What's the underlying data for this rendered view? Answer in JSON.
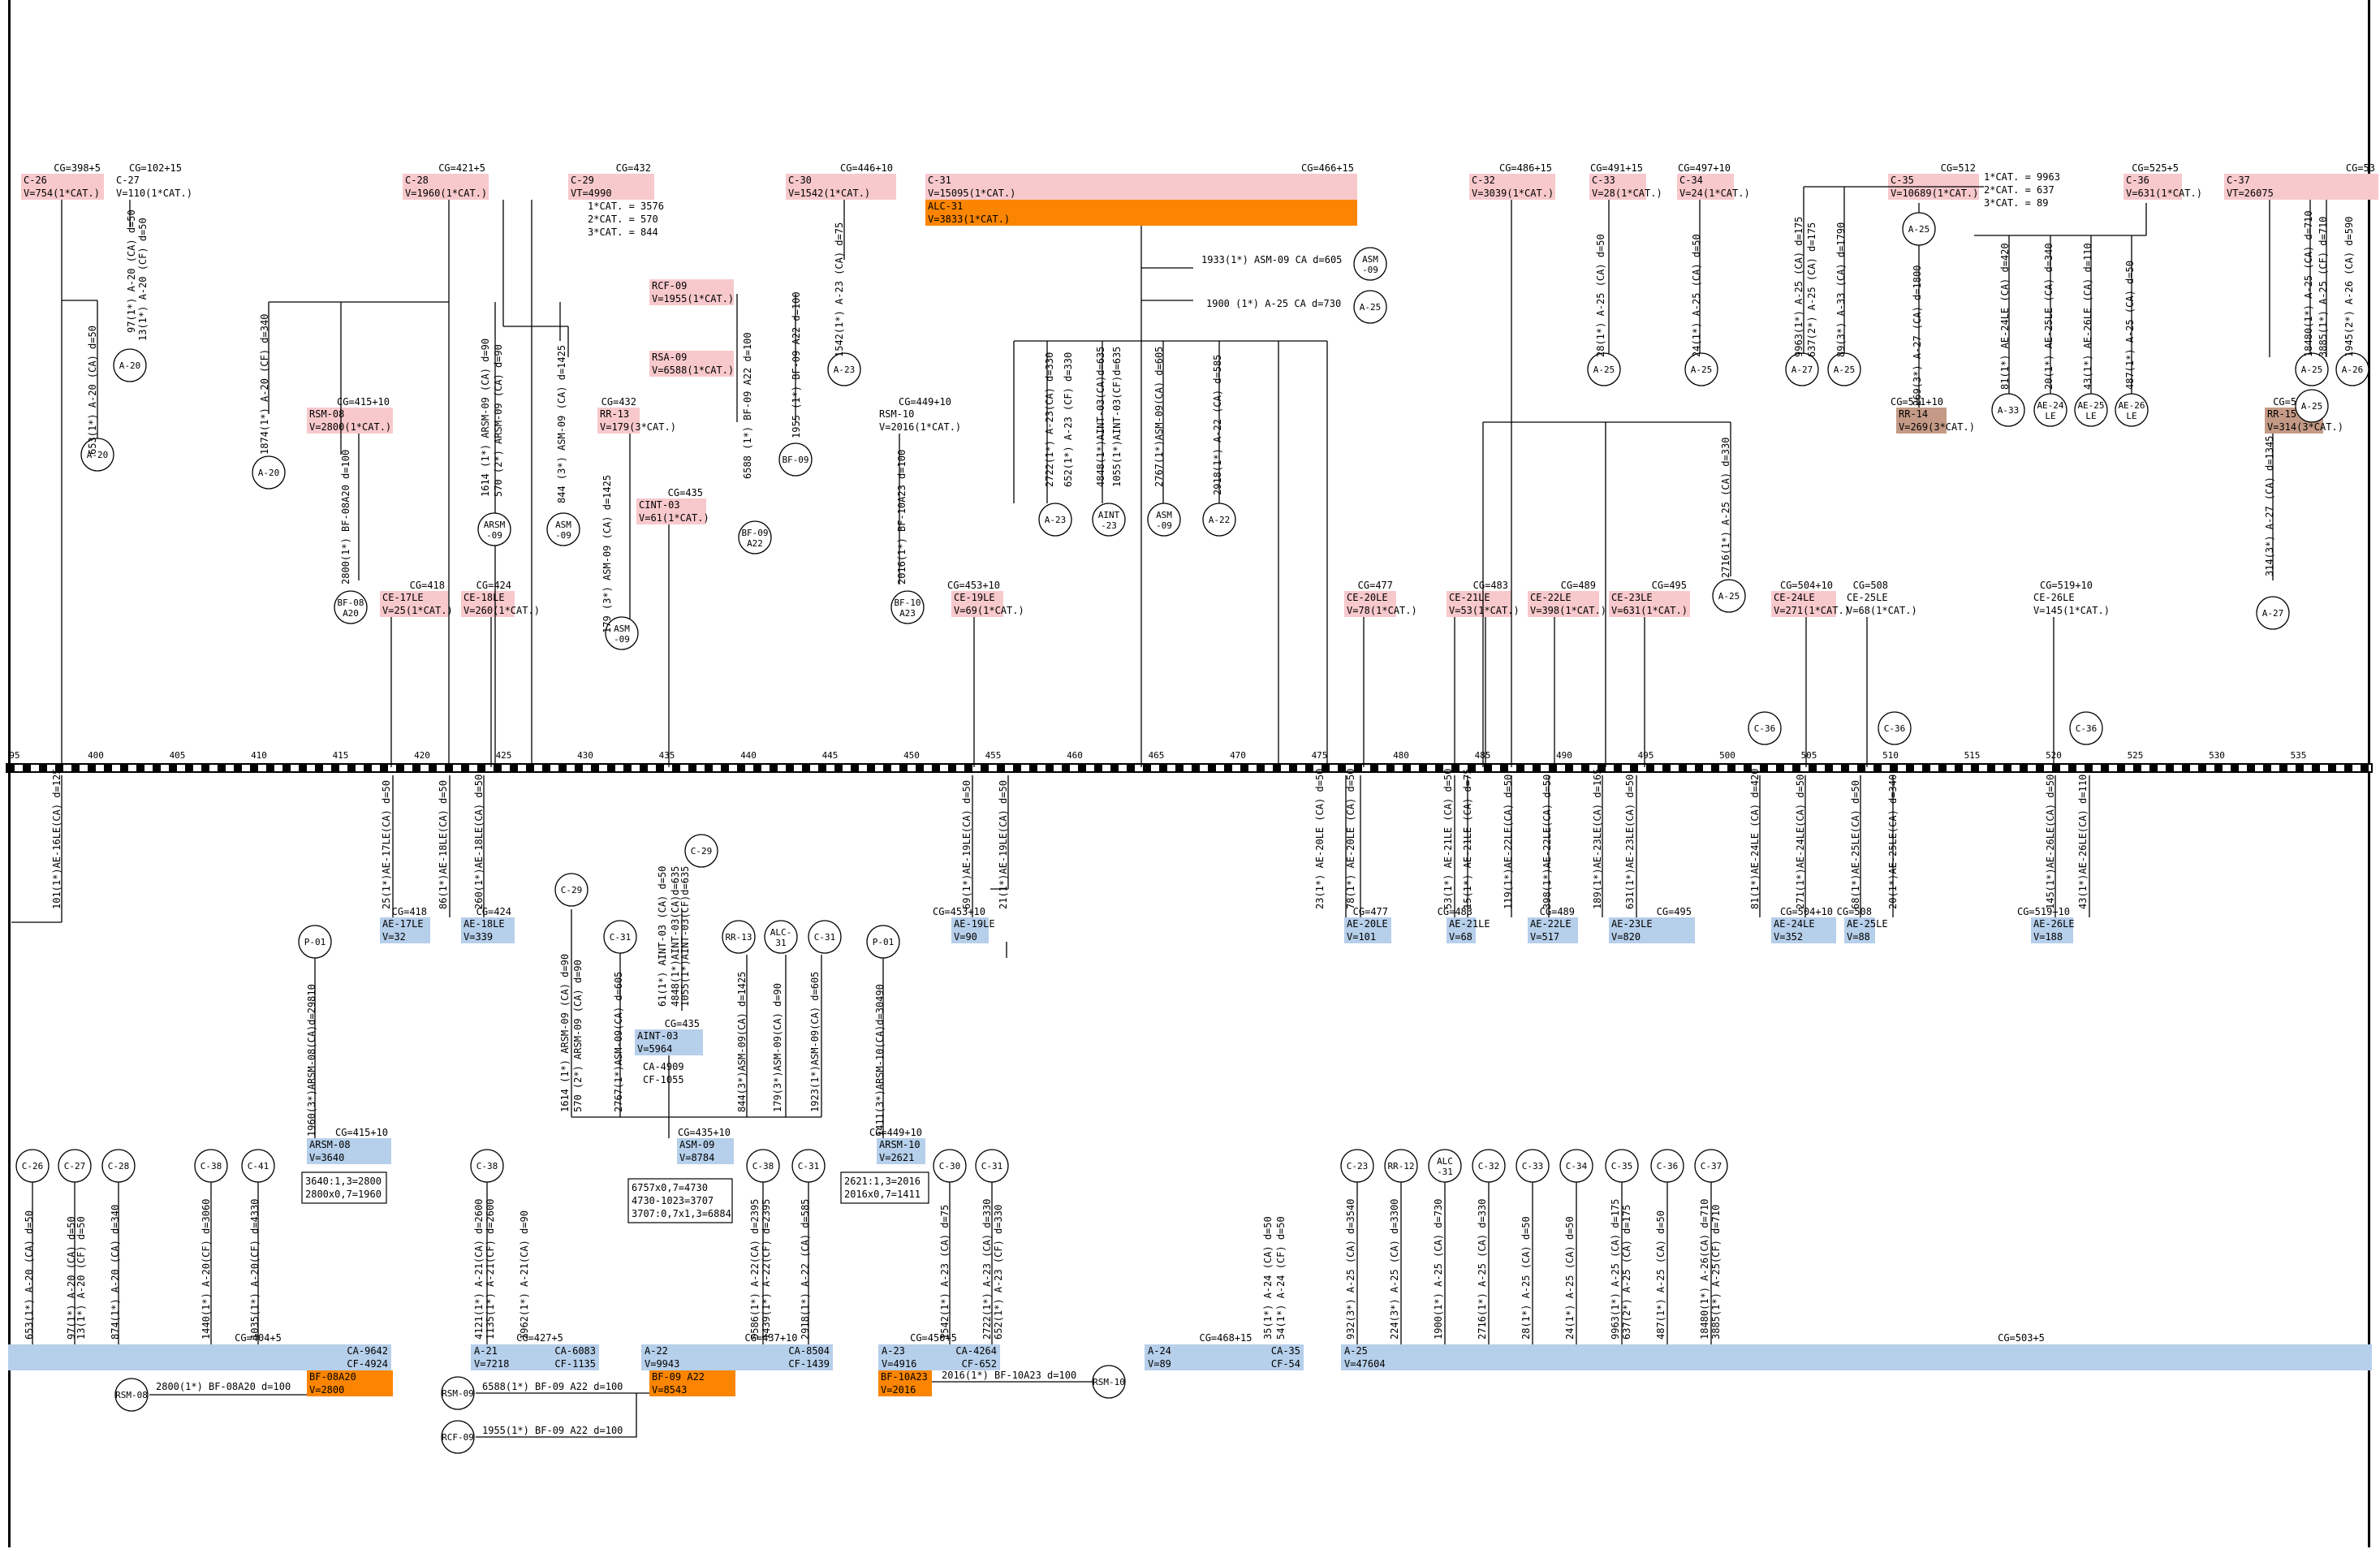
{
  "colors": {
    "pink": "#f8c9cc",
    "orange": "#fb8500",
    "blue": "#b6cfea",
    "brown": "#c49a86",
    "line": "#000000",
    "bg": "#ffffff"
  },
  "ruler": {
    "ticks": [
      "95",
      "400",
      "405",
      "410",
      "415",
      "420",
      "425",
      "430",
      "435",
      "440",
      "445",
      "450",
      "455",
      "460",
      "465",
      "470",
      "475",
      "480",
      "485",
      "490",
      "495",
      "500",
      "505",
      "510",
      "515",
      "520",
      "525",
      "530",
      "535"
    ]
  },
  "top_labels": [
    {
      "cg": "CG=398+5",
      "name": "C-26",
      "v": "V=754(1*CAT.)",
      "kind": "pink"
    },
    {
      "cg": "CG=102+15",
      "name": "C-27",
      "v": "V=110(1*CAT.)",
      "kind": "none"
    },
    {
      "cg": "CG=421+5",
      "name": "C-28",
      "v": "V=1960(1*CAT.)",
      "kind": "pink"
    },
    {
      "cg": "CG=432",
      "name": "C-29",
      "v": "VT=4990",
      "kind": "pink"
    },
    {
      "cg": "CG=446+10",
      "name": "C-30",
      "v": "V=1542(1*CAT.)",
      "kind": "pink"
    },
    {
      "cg": "CG=466+15",
      "name": "C-31",
      "v": "V=15095(1*CAT.)",
      "kind": "pink"
    },
    {
      "cg": "",
      "name": "ALC-31",
      "v": "V=3833(1*CAT.)",
      "kind": "orange"
    },
    {
      "cg": "CG=486+15",
      "name": "C-32",
      "v": "V=3039(1*CAT.)",
      "kind": "pink"
    },
    {
      "cg": "CG=491+15",
      "name": "C-33",
      "v": "V=28(1*CAT.)",
      "kind": "pink"
    },
    {
      "cg": "CG=497+10",
      "name": "C-34",
      "v": "V=24(1*CAT.)",
      "kind": "pink"
    },
    {
      "cg": "CG=512",
      "name": "C-35",
      "v": "V=10689(1*CAT.)",
      "kind": "pink"
    },
    {
      "cg": "CG=525+5",
      "name": "C-36",
      "v": "V=631(1*CAT.)",
      "kind": "pink"
    },
    {
      "cg": "CG=53",
      "name": "C-37",
      "v": "VT=26075",
      "kind": "pink"
    },
    {
      "cg": "CG=415+10",
      "name": "RSM-08",
      "v": "V=2800(1*CAT.)",
      "kind": "pink"
    },
    {
      "cg": "CG=432",
      "name": "RR-13",
      "v": "V=179(3*CAT.)",
      "kind": "pink"
    },
    {
      "cg": "",
      "name": "RCF-09",
      "v": "V=1955(1*CAT.)",
      "kind": "pink"
    },
    {
      "cg": "",
      "name": "RSA-09",
      "v": "V=6588(1*CAT.)",
      "kind": "pink"
    },
    {
      "cg": "CG=435",
      "name": "CINT-03",
      "v": "V=61(1*CAT.)",
      "kind": "pink"
    },
    {
      "cg": "CG=449+10",
      "name": "RSM-10",
      "v": "V=2016(1*CAT.)",
      "kind": "none"
    },
    {
      "cg": "CG=418",
      "name": "CE-17LE",
      "v": "V=25(1*CAT.)",
      "kind": "pink"
    },
    {
      "cg": "CG=424",
      "name": "CE-18LE",
      "v": "V=260(1*CAT.)",
      "kind": "pink"
    },
    {
      "cg": "CG=453+10",
      "name": "CE-19LE",
      "v": "V=69(1*CAT.)",
      "kind": "pink"
    },
    {
      "cg": "CG=477",
      "name": "CE-20LE",
      "v": "V=78(1*CAT.)",
      "kind": "pink"
    },
    {
      "cg": "CG=483",
      "name": "CE-21LE",
      "v": "V=53(1*CAT.)",
      "kind": "pink"
    },
    {
      "cg": "CG=489",
      "name": "CE-22LE",
      "v": "V=398(1*CAT.)",
      "kind": "pink"
    },
    {
      "cg": "CG=495",
      "name": "CE-23LE",
      "v": "V=631(1*CAT.)",
      "kind": "pink"
    },
    {
      "cg": "CG=504+10",
      "name": "CE-24LE",
      "v": "V=271(1*CAT.)",
      "kind": "pink"
    },
    {
      "cg": "CG=508",
      "name": "CE-25LE",
      "v": "V=68(1*CAT.)",
      "kind": "none"
    },
    {
      "cg": "CG=519+10",
      "name": "CE-26LE",
      "v": "V=145(1*CAT.)",
      "kind": "none"
    },
    {
      "cg": "CG=511+10",
      "name": "RR-14",
      "v": "V=269(3*CAT.)",
      "kind": "brown"
    },
    {
      "cg": "CG=534+5",
      "name": "RR-15",
      "v": "V=314(3*CAT.)",
      "kind": "brown"
    }
  ],
  "cat_notes": {
    "c29": [
      "1*CAT. = 3576",
      "2*CAT. = 570",
      "3*CAT. = 844"
    ],
    "c35": [
      "1*CAT. = 9963",
      "2*CAT. = 637",
      "3*CAT. = 89"
    ]
  },
  "top_circles": [
    "A-20",
    "A-20",
    "A-20",
    "ARSM -09",
    "ASM -09",
    "BF-08 A20",
    "ASM -09",
    "BF-09 A22",
    "BF-09",
    "A-23",
    "BF-10 A23",
    "A-23",
    "AINT -23",
    "ASM -09",
    "A-22",
    "ASM -09",
    "A-25",
    "A-25",
    "A-25",
    "A-25",
    "A-27",
    "A-25",
    "A-33",
    "AE-24 LE",
    "AE-25 LE",
    "AE-26 LE",
    "A-25",
    "A-25",
    "A-26",
    "A-27",
    "A-25",
    "C-36",
    "C-36",
    "C-36"
  ],
  "top_vlabels": [
    "653(1*) A-20 (CA) d=50",
    "97(1*) A-20 (CA) d=50",
    "13(1*) A-20 (CF) d=50",
    "1874(1*) A-20 (CF) d=340",
    "2800(1*) BF-08A20 d=100",
    "1614 (1*) ARSM-09 (CA) d=90",
    "570 (2*) ARSM-09 (CA) d=90",
    "844 (3*) ASM-09 (CA) d=1425",
    "179 (3*) ASM-09 (CA) d=1425",
    "6588 (1*) BF-09 A22 d=100",
    "1955 (1*) BF-09 A22 d=100",
    "1542(1*) A-23 (CA) d=75",
    "2016(1*) BF-10A23 d=100",
    "2722(1*) A-23(CA) d=330",
    "652(1*) A-23 (CF) d=330",
    "4848(1*)AINT-03(CA)d=635",
    "1055(1*)AINT-03(CF)d=635",
    "2767(1*)ASM-09(CA) d=605",
    "2918(1*) A-22 (CA) d=585",
    "28(1*) A-25 (CA) d=50",
    "24(1*) A-25 (CA) d=50",
    "2716(1*) A-25 (CA) d=330",
    "9963(1*) A-25 (CA) d=175",
    "637(2*) A-25 (CA) d=175",
    "89(3*) A-33 (CA) d=1790",
    "269(3*) A-27 (CA) d=1800",
    "81(1*) AE-24LE (CA) d=420",
    "20(1*) AE-25LE (CA) d=340",
    "43(1*) AE-26LE (CA) d=110",
    "487(1*) A-25 (CA) d=50",
    "18480(1*) A-25 (CA) d=710",
    "3885(1*) A-25 (CF) d=710",
    "1945(2*) A-26 (CA) d=590",
    "314(3*) A-27 (CA) d=1345"
  ],
  "top_hlabels": [
    "1933(1*) ASM-09 CA d=605",
    "1900 (1*) A-25 CA d=730"
  ],
  "mid_vlabels": [
    "101(1*)AE-16LE(CA) d=125",
    "25(1*)AE-17LE(CA) d=50",
    "86(1*)AE-18LE(CA) d=50",
    "260(1*)AE-18LE(CA) d=50",
    "69(1*)AE-19LE(CA) d=50",
    "21(1*)AE-19LE(CA) d=50",
    "23(1*) AE-20LE (CA) d=50",
    "78(1*) AE-20LE (CA) d=50",
    "53(1*) AE-21LE (CA) d=50",
    "15(1*) AE-21LE (CA) d=75",
    "119(1*)AE-22LE(CA) d=50",
    "398(1*)AE-22LE(CA) d=50",
    "189(1*)AE-23LE(CA) d=165",
    "631(1*)AE-23LE(CA) d=50",
    "81(1*)AE-24LE (CA) d=420",
    "271(1*)AE-24LE(CA) d=50",
    "68(1*)AE-25LE(CA) d=50",
    "20(1*)AE-25LE(CA) d=340",
    "145(1*)AE-26LE(CA) d=50",
    "43(1*)AE-26LE(CA) d=110",
    "1960(3*)ARSM-08(CA)d=29810",
    "1614 (1*) ARSM-09 (CA) d=90",
    "570 (2*) ARSM-09 (CA) d=90",
    "2767(1*)ASM-09(CA) d=605",
    "61(1*) AINT-03 (CA) d=50",
    "4848(1*)AINT-03(CA)d=635",
    "1055(1*)AINT-03(CF)d=635",
    "844(3*)ASM-09(CA) d=1425",
    "179(3*)ASM-09(CA) d=90",
    "1923(1*)ASM-09(CA) d=605",
    "1411(3*)ARSM-10(CA)d=30490"
  ],
  "mid_blue": [
    {
      "cg": "CG=418",
      "name": "AE-17LE",
      "v": "V=32"
    },
    {
      "cg": "CG=424",
      "name": "AE-18LE",
      "v": "V=339"
    },
    {
      "cg": "CG=453+10",
      "name": "AE-19LE",
      "v": "V=90"
    },
    {
      "cg": "CG=477",
      "name": "AE-20LE",
      "v": "V=101"
    },
    {
      "cg": "CG=483",
      "name": "AE-21LE",
      "v": "V=68"
    },
    {
      "cg": "CG=489",
      "name": "AE-22LE",
      "v": "V=517"
    },
    {
      "cg": "CG=495",
      "name": "AE-23LE",
      "v": "V=820"
    },
    {
      "cg": "CG=504+10",
      "name": "AE-24LE",
      "v": "V=352"
    },
    {
      "cg": "CG=508",
      "name": "AE-25LE",
      "v": "V=88"
    },
    {
      "cg": "CG=519+10",
      "name": "AE-26LE",
      "v": "V=188"
    },
    {
      "cg": "CG=435",
      "name": "AINT-03",
      "v": "V=5964",
      "extra": [
        "CA-4909",
        "CF-1055"
      ]
    },
    {
      "cg": "CG=415+10",
      "name": "ARSM-08",
      "v": "V=3640"
    },
    {
      "cg": "CG=435+10",
      "name": "ASM-09",
      "v": "V=8784"
    },
    {
      "cg": "CG=449+10",
      "name": "ARSM-10",
      "v": "V=2621"
    }
  ],
  "mid_circles": [
    "P-01",
    "C-29",
    "C-31",
    "C-29",
    "RR-13",
    "ALC- 31",
    "C-31",
    "P-01"
  ],
  "notes": {
    "arsm08": [
      "3640:1,3=2800",
      "2800x0,7=1960"
    ],
    "asm09": [
      "6757x0,7=4730",
      "4730-1023=3707",
      "3707:0,7x1,3=6884"
    ],
    "arsm10": [
      "2621:1,3=2016",
      "2016x0,7=1411"
    ]
  },
  "bottom_circles": [
    "C-26",
    "C-27",
    "C-28",
    "C-38",
    "C-41",
    "C-38",
    "C-38",
    "C-31",
    "C-30",
    "C-31",
    "C-23",
    "RR-12",
    "ALC -31",
    "C-32",
    "C-33",
    "C-34",
    "C-35",
    "C-36",
    "C-37"
  ],
  "bottom_vlabels": [
    "653(1*) A-20 (CA) d=50",
    "97(1*) A-20 (CA) d=50",
    "13(1*) A-20 (CF) d=50",
    "874(1*) A-20 (CA) d=340",
    "1440(1*) A-20(CF) d=3060",
    "1035(1*) A-20(CF) d=4330",
    "4121(1*) A-21(CA) d=2600",
    "1135(1*) A-21(CF) d=2600",
    "1962(1*) A-21(CA) d=90",
    "5586(1*) A-22(CA) d=2395",
    "1439(1*) A-22(CF) d=2395",
    "2918(1*) A-22 (CA) d=585",
    "1542(1*) A-23 (CA) d=75",
    "2722(1*) A-23 (CA) d=330",
    "652(1*) A-23 (CF) d=330",
    "35(1*) A-24 (CA) d=50",
    "54(1*) A-24 (CF) d=50",
    "932(3*) A-25 (CA) d=3540",
    "224(3*) A-25 (CA) d=3300",
    "1900(1*) A-25 (CA) d=730",
    "2716(1*) A-25 (CA) d=330",
    "28(1*) A-25 (CA) d=50",
    "24(1*) A-25 (CA) d=50",
    "9963(1*) A-25 (CA) d=175",
    "637(2*) A-25 (CA) d=175",
    "487(1*) A-25 (CA) d=50",
    "18480(1*) A-26(CA) d=710",
    "3885(1*) A-25(CF) d=710"
  ],
  "bottom_bands": [
    {
      "cg": "CG=404+5",
      "left": "",
      "lv": "",
      "right1": "CA-9642",
      "right2": "CF-4924"
    },
    {
      "cg": "CG=427+5",
      "left": "A-21",
      "lv": "V=7218",
      "right1": "CA-6083",
      "right2": "CF-1135"
    },
    {
      "cg": "CG=437+10",
      "left": "A-22",
      "lv": "V=9943",
      "right1": "CA-8504",
      "right2": "CF-1439"
    },
    {
      "cg": "CG=450+5",
      "left": "A-23",
      "lv": "V=4916",
      "right1": "CA-4264",
      "right2": "CF-652"
    },
    {
      "cg": "CG=468+15",
      "left": "A-24",
      "lv": "V=89",
      "right1": "CA-35",
      "right2": "CF-54"
    },
    {
      "cg": "CG=503+5",
      "left": "A-25",
      "lv": "V=47604",
      "right1": "",
      "right2": ""
    }
  ],
  "bottom_orange": [
    {
      "name": "BF-08A20",
      "v": "V=2800"
    },
    {
      "name": "BF-09 A22",
      "v": "V=8543"
    },
    {
      "name": "BF-10A23",
      "v": "V=2016"
    }
  ],
  "bottom_hlabels": [
    "2800(1*) BF-08A20 d=100",
    "6588(1*) BF-09 A22 d=100",
    "1955(1*) BF-09 A22 d=100",
    "2016(1*) BF-10A23 d=100"
  ],
  "bottom_small_circles": [
    "RSM-08",
    "RSM-09",
    "RCF-09",
    "RSM-10"
  ]
}
